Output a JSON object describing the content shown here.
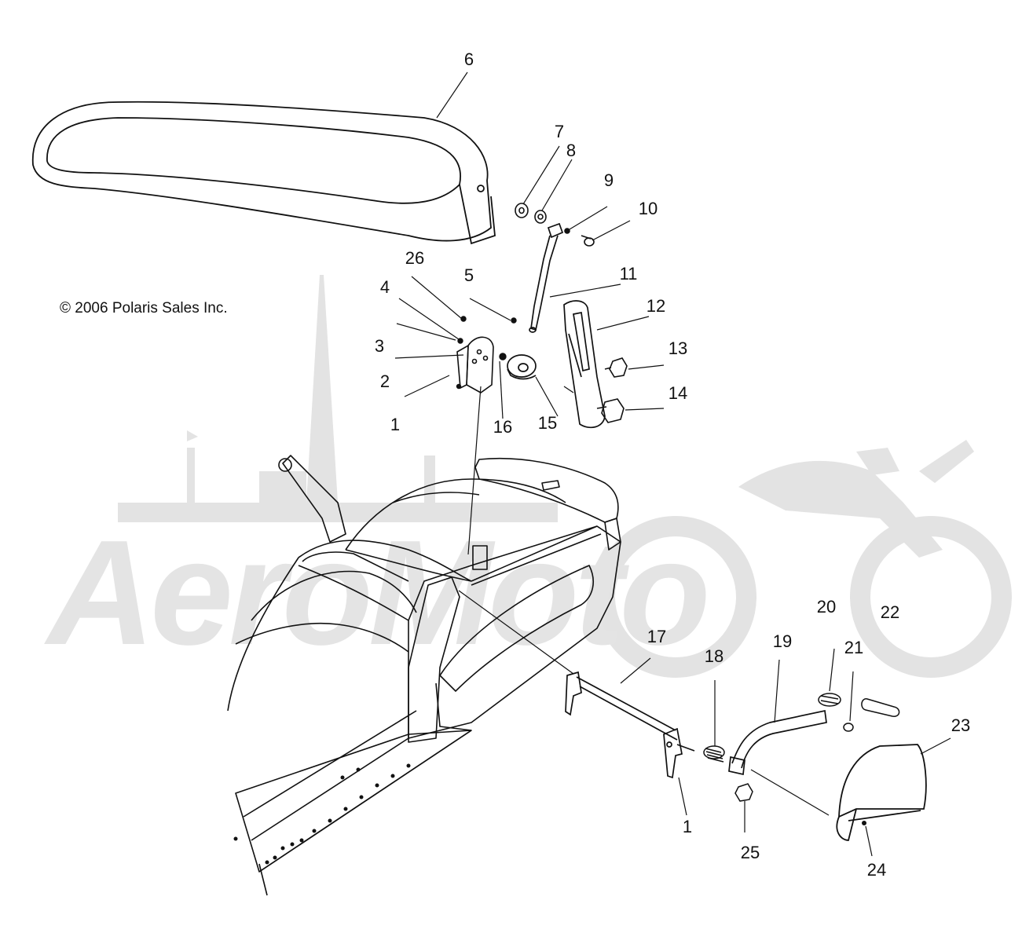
{
  "copyright": "© 2006 Polaris Sales Inc.",
  "watermark": {
    "text": "AeroMoto",
    "color": "#e4e4e4"
  },
  "callouts": [
    {
      "id": "c1a",
      "number": "1"
    },
    {
      "id": "c2",
      "number": "2"
    },
    {
      "id": "c3",
      "number": "3"
    },
    {
      "id": "c4",
      "number": "4"
    },
    {
      "id": "c26",
      "number": "26"
    },
    {
      "id": "c5",
      "number": "5"
    },
    {
      "id": "c6",
      "number": "6"
    },
    {
      "id": "c7",
      "number": "7"
    },
    {
      "id": "c8",
      "number": "8"
    },
    {
      "id": "c9",
      "number": "9"
    },
    {
      "id": "c10",
      "number": "10"
    },
    {
      "id": "c11",
      "number": "11"
    },
    {
      "id": "c12",
      "number": "12"
    },
    {
      "id": "c13",
      "number": "13"
    },
    {
      "id": "c14",
      "number": "14"
    },
    {
      "id": "c15",
      "number": "15"
    },
    {
      "id": "c16",
      "number": "16"
    },
    {
      "id": "c17",
      "number": "17"
    },
    {
      "id": "c18",
      "number": "18"
    },
    {
      "id": "c19",
      "number": "19"
    },
    {
      "id": "c20",
      "number": "20"
    },
    {
      "id": "c21",
      "number": "21"
    },
    {
      "id": "c22",
      "number": "22"
    },
    {
      "id": "c23",
      "number": "23"
    },
    {
      "id": "c24",
      "number": "24"
    },
    {
      "id": "c25",
      "number": "25"
    },
    {
      "id": "c1b",
      "number": "1"
    }
  ]
}
